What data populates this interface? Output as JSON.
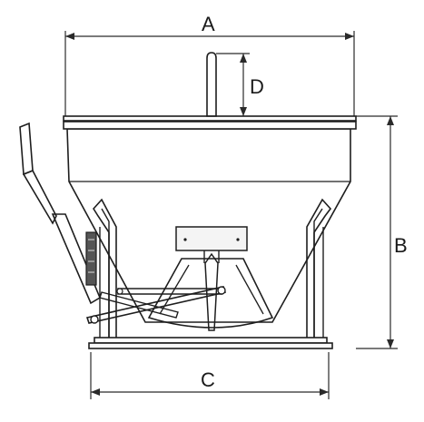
{
  "diagram": {
    "labels": {
      "a": "A",
      "b": "B",
      "c": "C",
      "d": "D"
    },
    "colors": {
      "stroke": "#1e1e1e",
      "body_fill": "#f3f3f3",
      "background": "#ffffff"
    }
  }
}
